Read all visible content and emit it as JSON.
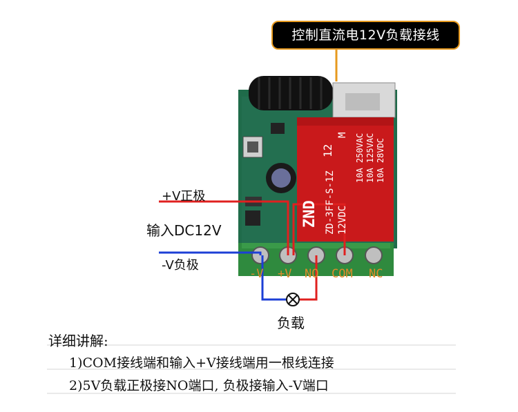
{
  "callout": {
    "text": "控制直流电12V负载接线"
  },
  "labels": {
    "pos": "+V正极",
    "input": "输入DC12V",
    "neg": "-V负极",
    "load": "负载"
  },
  "relay": {
    "brand": "ZND",
    "model": "ZD-3FF-S-1Z",
    "coil": "12VDC",
    "number": "12",
    "m": "M",
    "rating1": "10A 250VAC",
    "rating2": "10A 125VAC",
    "rating3": "10A 28VDC"
  },
  "terminals": [
    "-V",
    "+V",
    "NO",
    "COM",
    "NC"
  ],
  "notes": {
    "title": "详细讲解:",
    "line1": "1)COM接线端和输入+V接线端用一根线连接",
    "line2": "2)5V负载正极接NO端口, 负极接输入-V端口"
  },
  "colors": {
    "board": "#1f6b4a",
    "terminal_block": "#2f8a3e",
    "relay": "#c9191b",
    "wire_pos": "#e0201f",
    "wire_neg": "#1c3fd6",
    "terminal_text": "#e08a2a",
    "callout_border": "#e79a1f"
  }
}
